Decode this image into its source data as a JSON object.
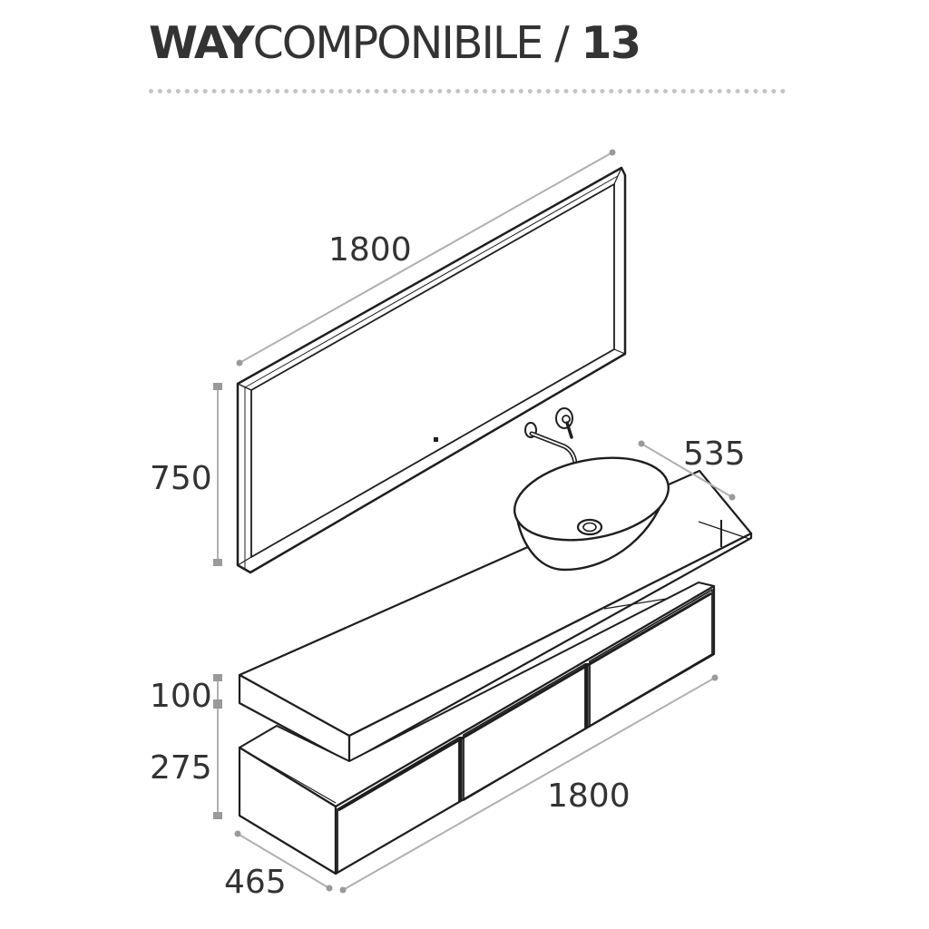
{
  "header": {
    "brand": "WAY",
    "product": "COMPONIBILE",
    "separator": " / ",
    "model": "13"
  },
  "dimensions": {
    "mirror_width": "1800",
    "mirror_height": "750",
    "top_depth": "535",
    "top_thickness": "100",
    "cabinet_height": "275",
    "cabinet_width": "1800",
    "cabinet_depth": "465"
  },
  "colors": {
    "line": "#1e1e1e",
    "dimension": "#b0b0b0",
    "text": "#333333"
  }
}
